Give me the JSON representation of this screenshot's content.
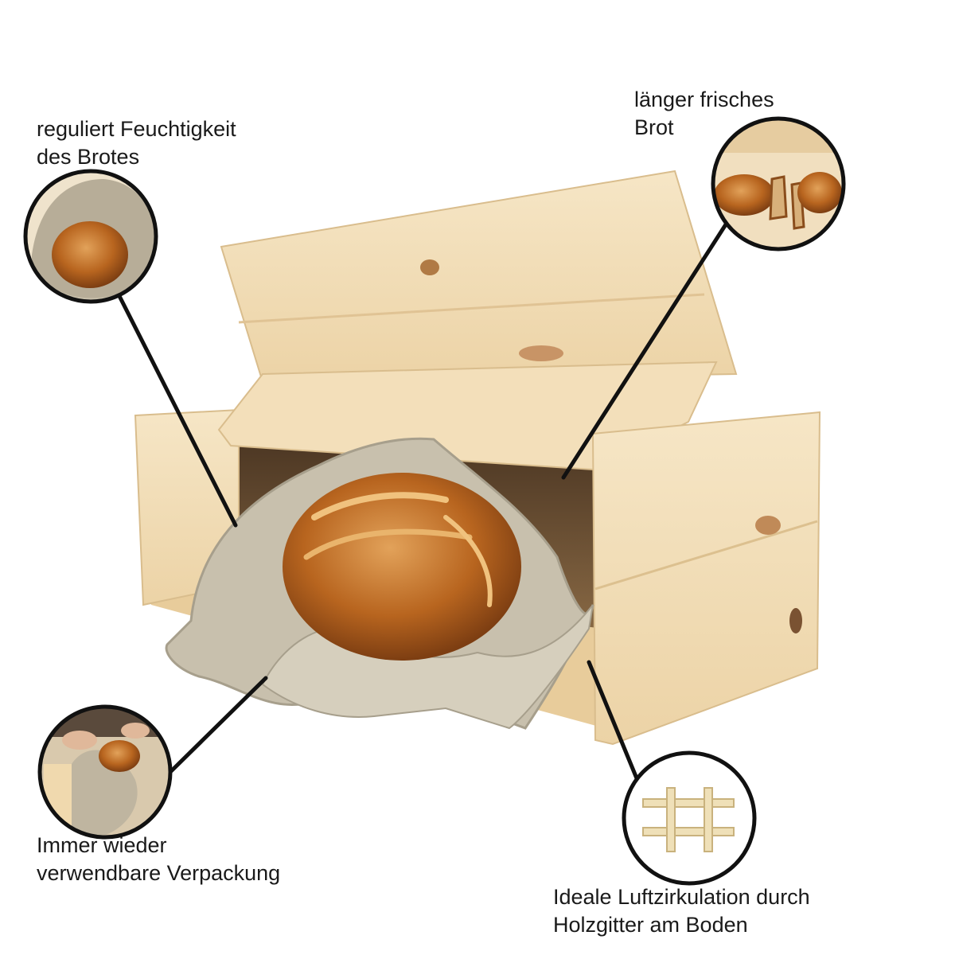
{
  "callouts": {
    "humidity": {
      "line1": "reguliert Feuchtigkeit",
      "line2": "des Brotes",
      "icon": "bread-in-linen-photo"
    },
    "fresh": {
      "line1": "länger frisches",
      "line2": "Brot",
      "icon": "sliced-bread-photo"
    },
    "reusable": {
      "line1": "Immer wieder",
      "line2": "verwendbare Verpackung",
      "icon": "hands-wrapping-bread-photo"
    },
    "air": {
      "line1": "Ideale Luftzirkulation durch",
      "line2": "Holzgitter am Boden",
      "icon": "wooden-grid-photo"
    }
  },
  "colors": {
    "wood": "#f1dcb6",
    "wood_shadow": "#d9bd8d",
    "linen": "#c8c0ad",
    "bread": "#b8651f",
    "outline": "#111111"
  }
}
